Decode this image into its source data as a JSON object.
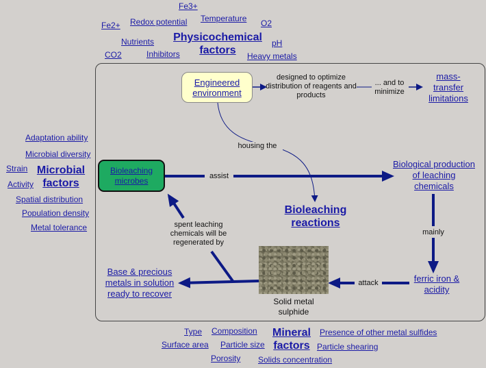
{
  "physicochemical": {
    "title": "Physicochemical factors",
    "items": [
      "Fe3+",
      "Temperature",
      "Redox potential",
      "O2",
      "Fe2+",
      "Nutrients",
      "pH",
      "CO2",
      "Inhibitors",
      "Heavy metals"
    ]
  },
  "microbial": {
    "title": "Microbial factors",
    "items": [
      "Adaptation ability",
      "Microbial diversity",
      "Strain",
      "Activity",
      "Spatial distribution",
      "Population density",
      "Metal tolerance"
    ]
  },
  "mineral": {
    "title": "Mineral factors",
    "items": [
      "Type",
      "Composition",
      "Presence of other metal sulfides",
      "Surface area",
      "Particle size",
      "Particle shearing",
      "Porosity",
      "Solids concentration"
    ]
  },
  "nodes": {
    "engineered": "Engineered environment",
    "designed": "designed to optimize distribution of reagents and products",
    "minimize": "... and to minimize",
    "mass_transfer": "mass-transfer limitations",
    "housing": "housing the",
    "bioleaching_microbes": "Bioleaching microbes",
    "assist": "assist",
    "biological_production": "Biological production of leaching chemicals",
    "bioleaching_reactions": "Bioleaching reactions",
    "mainly": "mainly",
    "spent": "spent leaching chemicals will be regenerated by",
    "ferric": "ferric iron & acidity",
    "attack": "attack",
    "base_metals": "Base & precious metals in solution ready to recover",
    "solid_sulphide": "Solid metal sulphide"
  },
  "colors": {
    "arrow": "#0d1a85",
    "microbe_box": "#1eaa61",
    "engineered_box": "#ffffcc"
  }
}
